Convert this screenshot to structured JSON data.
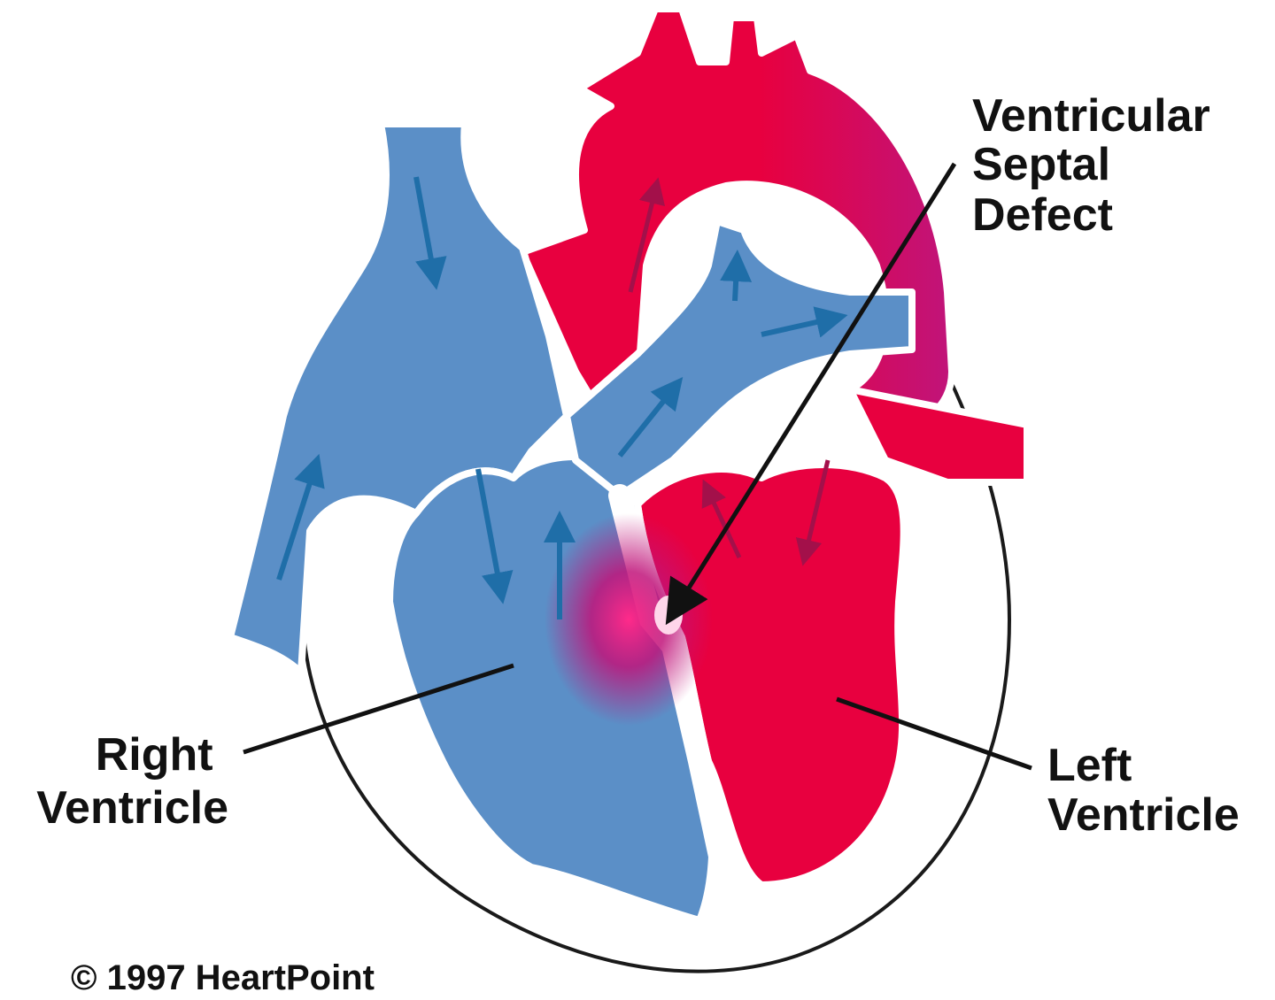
{
  "labels": {
    "vsd": [
      "Ventricular",
      "Septal",
      "Defect"
    ],
    "right_ventricle": [
      "Right",
      "Ventricle"
    ],
    "left_ventricle": [
      "Left",
      "Ventricle"
    ]
  },
  "copyright": "© 1997 HeartPoint",
  "colors": {
    "deoxygenated": "#5b8fc7",
    "oxygenated": "#e8003f",
    "mixing": "#c0147a",
    "arrow_blue": "#1f6ea8",
    "arrow_red": "#a3104a",
    "outline": "#1a1a1a"
  }
}
